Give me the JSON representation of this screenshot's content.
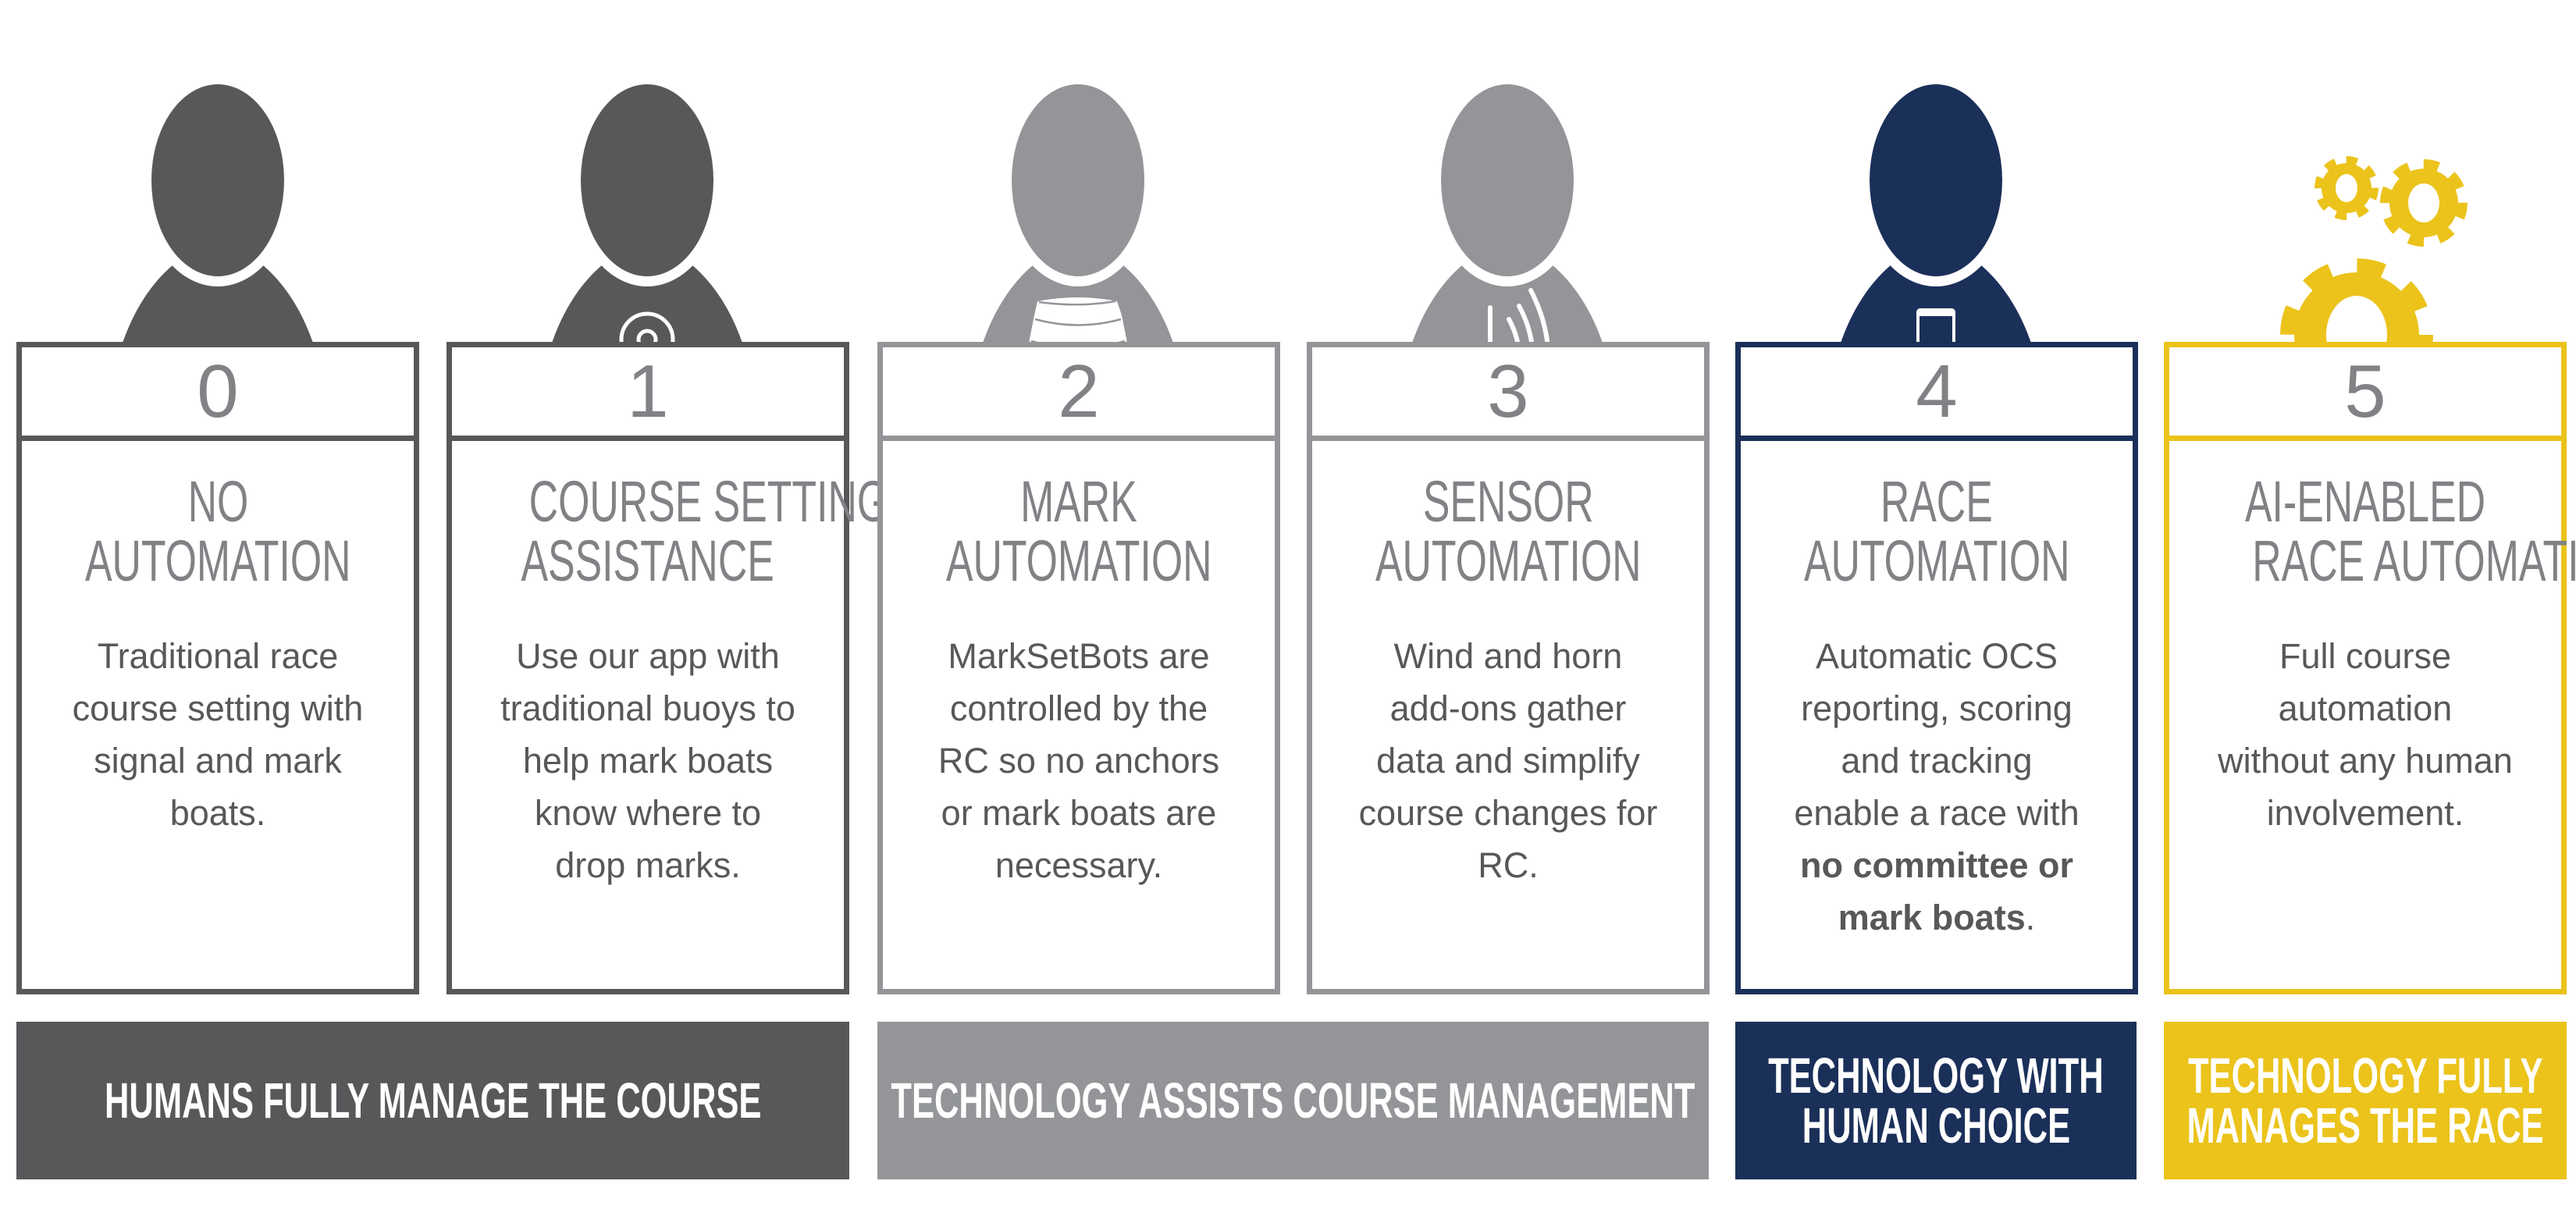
{
  "colors": {
    "dark_gray": "#58585b",
    "light_gray": "#939598",
    "navy": "#1b3059",
    "yellow": "#ebc31b",
    "text_gray": "#808285"
  },
  "levels": [
    {
      "number": "0",
      "title": [
        "NO",
        "AUTOMATION"
      ],
      "icon": "person-icon",
      "desc": [
        [
          {
            "t": "Traditional race"
          }
        ],
        [
          {
            "t": "course setting with"
          }
        ],
        [
          {
            "t": "signal and mark"
          }
        ],
        [
          {
            "t": "boats."
          }
        ]
      ]
    },
    {
      "number": "1",
      "title": [
        "COURSE SETTING",
        "ASSISTANCE"
      ],
      "icon": "person-location-pin-icon",
      "desc": [
        [
          {
            "t": "Use our app with"
          }
        ],
        [
          {
            "t": "traditional buoys to"
          }
        ],
        [
          {
            "t": "help mark boats"
          }
        ],
        [
          {
            "t": "know where to"
          }
        ],
        [
          {
            "t": "drop marks."
          }
        ]
      ]
    },
    {
      "number": "2",
      "title": [
        "MARK",
        "AUTOMATION"
      ],
      "icon": "person-buoy-icon",
      "desc": [
        [
          {
            "t": "MarkSetBots are"
          }
        ],
        [
          {
            "t": "controlled by the"
          }
        ],
        [
          {
            "t": "RC so no anchors"
          }
        ],
        [
          {
            "t": "or mark boats are"
          }
        ],
        [
          {
            "t": "necessary."
          }
        ]
      ]
    },
    {
      "number": "3",
      "title": [
        "SENSOR",
        "AUTOMATION"
      ],
      "icon": "person-sensor-icon",
      "desc": [
        [
          {
            "t": "Wind and horn"
          }
        ],
        [
          {
            "t": "add-ons gather"
          }
        ],
        [
          {
            "t": "data and simplify"
          }
        ],
        [
          {
            "t": "course changes for"
          }
        ],
        [
          {
            "t": "RC."
          }
        ]
      ]
    },
    {
      "number": "4",
      "title": [
        "RACE",
        "AUTOMATION"
      ],
      "icon": "person-phone-icon",
      "desc": [
        [
          {
            "t": "Automatic OCS"
          }
        ],
        [
          {
            "t": "reporting, scoring"
          }
        ],
        [
          {
            "t": "and tracking"
          }
        ],
        [
          {
            "t": "enable a race with"
          }
        ],
        [
          {
            "t": "no committee or",
            "b": true
          }
        ],
        [
          {
            "t": "mark boats",
            "b": true
          },
          {
            "t": "."
          }
        ]
      ]
    },
    {
      "number": "5",
      "title": [
        "AI-ENABLED",
        "RACE AUTOMATION"
      ],
      "icon": "gears-icon",
      "desc": [
        [
          {
            "t": "Full course"
          }
        ],
        [
          {
            "t": "automation"
          }
        ],
        [
          {
            "t": "without any human"
          }
        ],
        [
          {
            "t": "involvement."
          }
        ]
      ]
    }
  ],
  "bars": [
    {
      "lines": [
        "HUMANS FULLY MANAGE THE COURSE"
      ]
    },
    {
      "lines": [
        "TECHNOLOGY ASSISTS COURSE MANAGEMENT"
      ]
    },
    {
      "lines": [
        "TECHNOLOGY WITH",
        "HUMAN CHOICE"
      ]
    },
    {
      "lines": [
        "TECHNOLOGY FULLY",
        "MANAGES THE RACE"
      ]
    }
  ]
}
